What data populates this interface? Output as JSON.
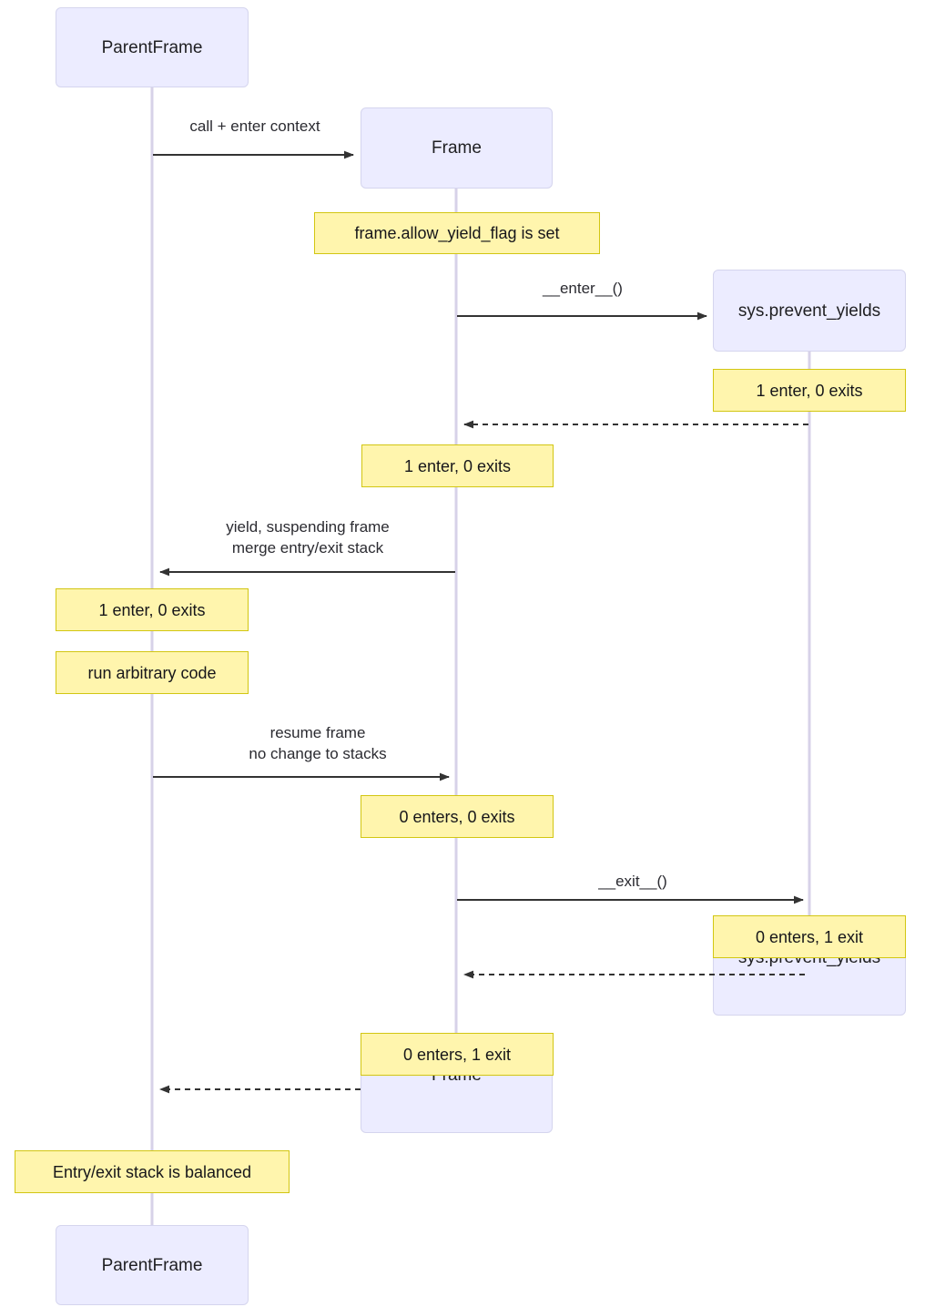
{
  "diagram": {
    "type": "sequence-diagram",
    "background_color": "#ffffff",
    "participant_fill": "#ECECFF",
    "participant_border": "#D5D5EE",
    "note_fill": "#FFF5AD",
    "note_border": "#D2C612",
    "lifeline_color": "#D7D2E8",
    "arrow_color": "#333333",
    "text_color": "#1f1f22"
  },
  "participants": {
    "parent_top": "ParentFrame",
    "frame_top": "Frame",
    "prevent_top": "sys.prevent_yields",
    "prevent_bottom": "sys.prevent_yields",
    "frame_bottom": "Frame",
    "parent_bottom": "ParentFrame"
  },
  "messages": [
    {
      "id": "m1",
      "label": "call + enter context",
      "from": "ParentFrame",
      "to": "Frame",
      "style": "solid",
      "direction": "right"
    },
    {
      "id": "m2",
      "label": "__enter__()",
      "from": "Frame",
      "to": "sys.prevent_yields",
      "style": "solid",
      "direction": "right"
    },
    {
      "id": "m3",
      "label": "",
      "from": "sys.prevent_yields",
      "to": "Frame",
      "style": "dashed",
      "direction": "left"
    },
    {
      "id": "m4",
      "label": "yield, suspending frame\nmerge entry/exit stack",
      "from": "Frame",
      "to": "ParentFrame",
      "style": "solid",
      "direction": "left"
    },
    {
      "id": "m5",
      "label": "resume frame\nno change to stacks",
      "from": "ParentFrame",
      "to": "Frame",
      "style": "solid",
      "direction": "right"
    },
    {
      "id": "m6",
      "label": "__exit__()",
      "from": "Frame",
      "to": "sys.prevent_yields",
      "style": "solid",
      "direction": "right"
    },
    {
      "id": "m7",
      "label": "",
      "from": "sys.prevent_yields",
      "to": "Frame",
      "style": "dashed",
      "direction": "left"
    },
    {
      "id": "m8",
      "label": "",
      "from": "Frame",
      "to": "ParentFrame",
      "style": "dashed",
      "direction": "left"
    }
  ],
  "notes": [
    {
      "id": "n1",
      "text": "frame.allow_yield_flag is set",
      "over": "Frame"
    },
    {
      "id": "n2",
      "text": "1 enter, 0 exits",
      "over": "sys.prevent_yields"
    },
    {
      "id": "n3",
      "text": "1 enter, 0 exits",
      "over": "Frame"
    },
    {
      "id": "n4",
      "text": "1 enter, 0 exits",
      "over": "ParentFrame"
    },
    {
      "id": "n5",
      "text": "run arbitrary code",
      "over": "ParentFrame"
    },
    {
      "id": "n6",
      "text": "0 enters, 0 exits",
      "over": "Frame"
    },
    {
      "id": "n7",
      "text": "0 enters, 1 exit",
      "over": "sys.prevent_yields"
    },
    {
      "id": "n8",
      "text": "0 enters, 1 exit",
      "over": "Frame"
    },
    {
      "id": "n9",
      "text": "Entry/exit stack is balanced",
      "over": "ParentFrame"
    }
  ]
}
